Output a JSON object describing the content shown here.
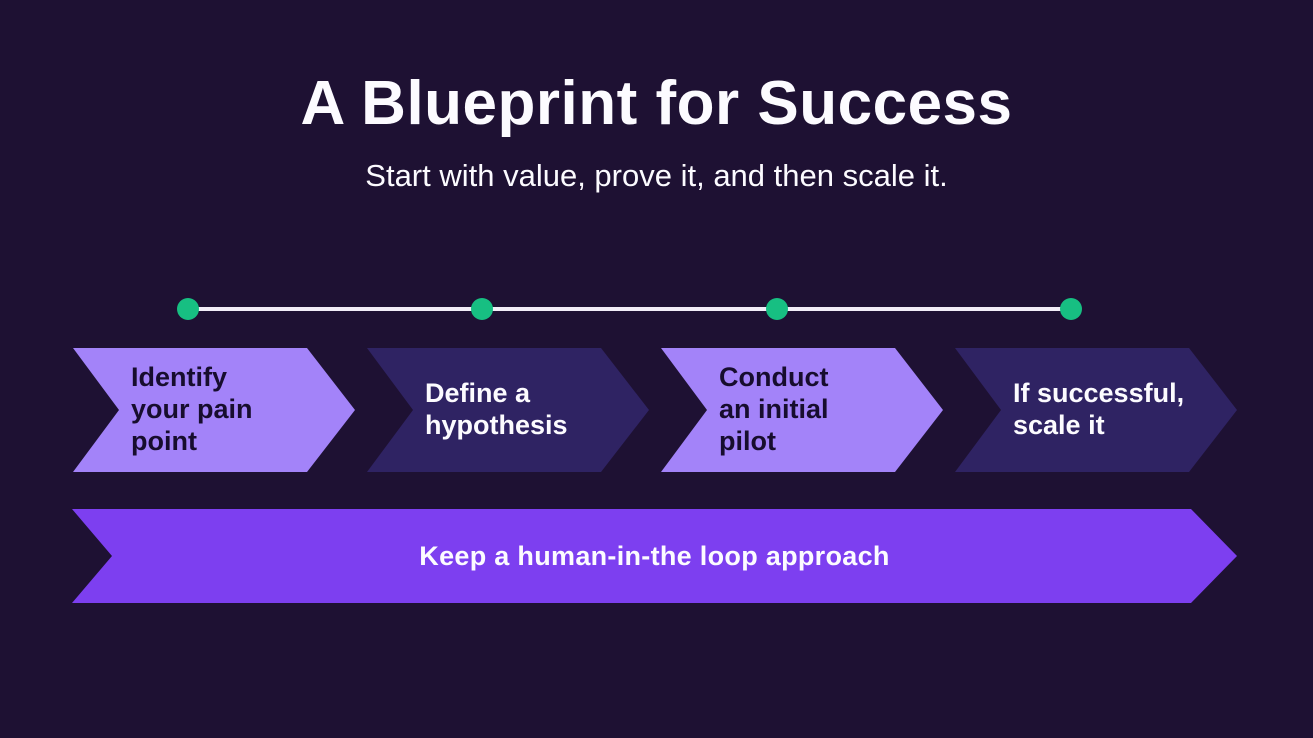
{
  "slide": {
    "title": "A Blueprint for Success",
    "subtitle": "Start with value, prove it, and then scale it."
  },
  "timeline": {
    "dots": 4
  },
  "steps": [
    {
      "label": "Identify\nyour pain\npoint",
      "variant": "light"
    },
    {
      "label": "Define a\nhypothesis",
      "variant": "dark"
    },
    {
      "label": "Conduct\nan initial\npilot",
      "variant": "light"
    },
    {
      "label": "If successful,\nscale it",
      "variant": "dark"
    }
  ],
  "banner": {
    "label": "Keep a human-in-the loop approach"
  },
  "theme": {
    "bg": "#1e1133",
    "step_light": "#a383f9",
    "step_dark": "#2f2363",
    "step_light_text": "#170d2e",
    "step_dark_text": "#fcfbff",
    "banner_bg": "#7d3ff0",
    "banner_text": "#fcfbff",
    "dot_green": "#17bf82",
    "line_color": "#f2eef8",
    "title_text": "#fcfbff"
  }
}
